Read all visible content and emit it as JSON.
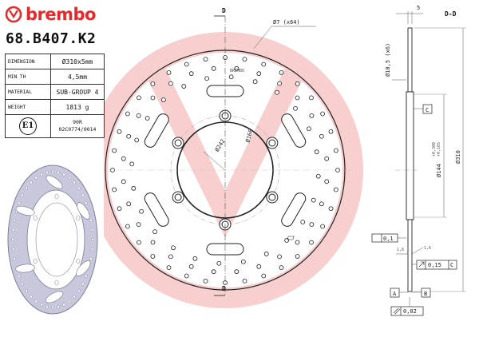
{
  "brand": {
    "name": "brembo",
    "color": "#e3292b"
  },
  "part_number": "68.B407.K2",
  "specs": [
    {
      "label": "DIMENSION",
      "value": "Ø310x5mm"
    },
    {
      "label": "MIN TH",
      "value": "4,5mm"
    },
    {
      "label": "MATERIAL",
      "value": "SUB-GROUP 4"
    },
    {
      "label": "WEIGHT",
      "value": "1813 g"
    }
  ],
  "certification": {
    "mark": "E1",
    "code_line1": "90R",
    "code_line2": "02C0774/0014"
  },
  "drawing": {
    "section_marker": "D",
    "section_title": "D-D",
    "holes_label": "Ø7 (x64)",
    "bolt_circle_label": "Ø242",
    "center_bore_label": "Ø166",
    "mount_hole_label": "Ø10,5 (x6)",
    "thickness_label": "5",
    "outer_diameter_label": "Ø310",
    "inner_diameter_label": "Ø144",
    "inner_tol_upper": "+0,300",
    "inner_tol_lower": "+0,165",
    "datum_c": "C",
    "datum_a": "A",
    "datum_b": "B",
    "flatness_value": "0,1",
    "runout_value": "0,15",
    "runout_ref": "C",
    "parallel_value": "0,02",
    "step_label_1": "1,6",
    "step_label_2": "1,6",
    "stamp_text": "BREMBO",
    "accent_color": "#e3292b"
  }
}
